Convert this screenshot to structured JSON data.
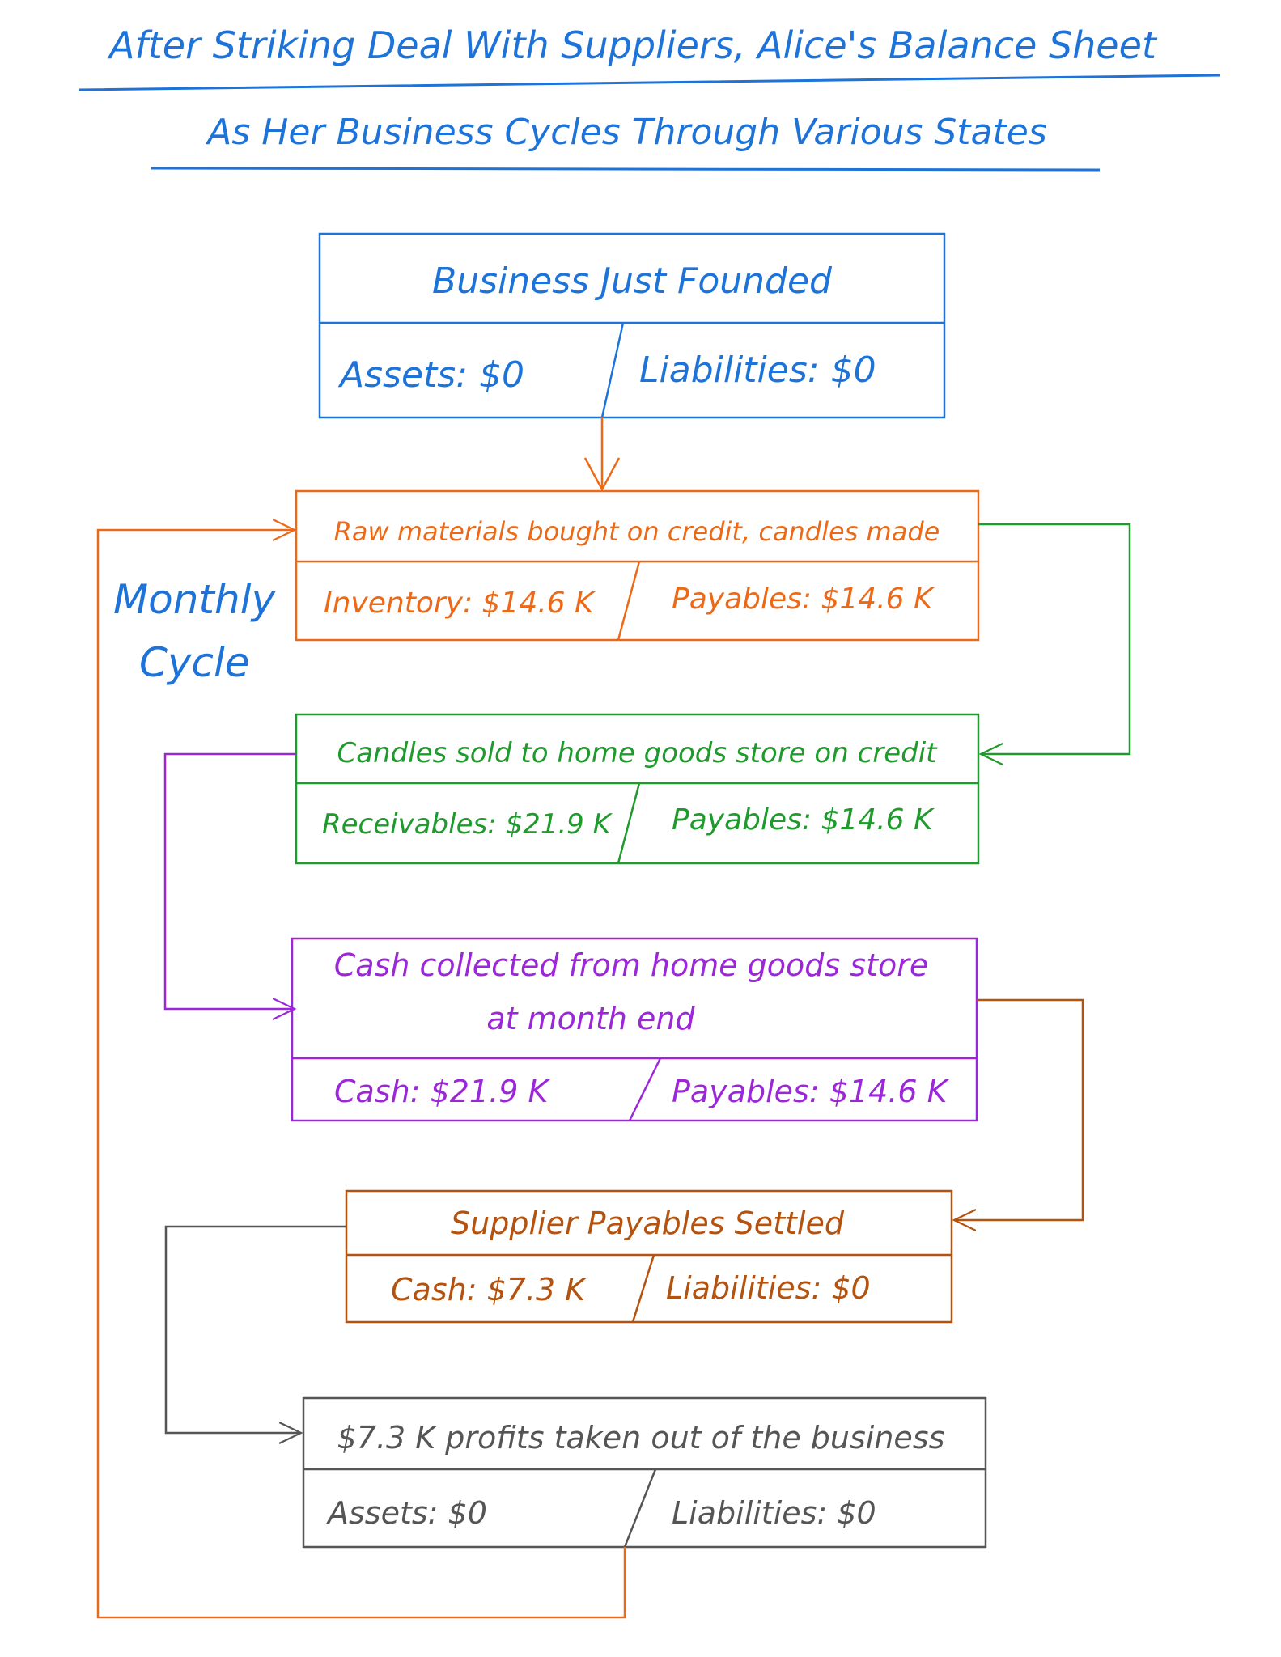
{
  "title": {
    "line1": "After Striking Deal With Suppliers, Alice's Balance Sheet",
    "line2": "As Her Business Cycles Through Various States"
  },
  "cycle_label": {
    "line1": "Monthly",
    "line2": "Cycle"
  },
  "states": [
    {
      "heading": [
        "Business Just Founded"
      ],
      "left": "Assets: $0",
      "right": "Liabilities: $0"
    },
    {
      "heading": [
        "Raw materials bought on credit, candles made"
      ],
      "left": "Inventory: $14.6 K",
      "right": "Payables: $14.6 K"
    },
    {
      "heading": [
        "Candles sold to home goods store on credit"
      ],
      "left": "Receivables: $21.9 K",
      "right": "Payables: $14.6 K"
    },
    {
      "heading": [
        "Cash collected from home goods store",
        "at month end"
      ],
      "left": "Cash: $21.9 K",
      "right": "Payables: $14.6 K"
    },
    {
      "heading": [
        "Supplier Payables Settled"
      ],
      "left": "Cash: $7.3 K",
      "right": "Liabilities: $0"
    },
    {
      "heading": [
        "$7.3 K profits taken out of the business"
      ],
      "left": "Assets: $0",
      "right": "Liabilities: $0"
    }
  ],
  "colors": {
    "blue": "#1e73d9",
    "orange": "#ec6a17",
    "green": "#1f9a2c",
    "purple": "#9b27d8",
    "brown": "#b4520f",
    "gray": "#555555"
  }
}
